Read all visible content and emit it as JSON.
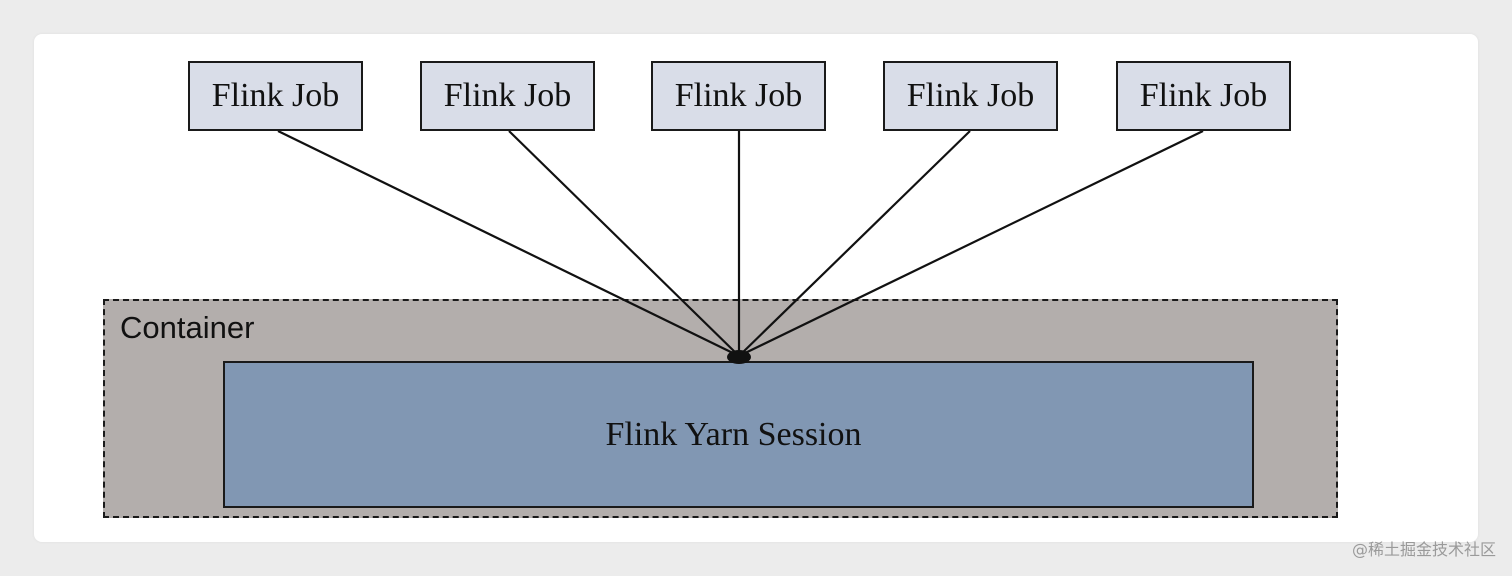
{
  "jobs": [
    {
      "label": "Flink Job"
    },
    {
      "label": "Flink Job"
    },
    {
      "label": "Flink Job"
    },
    {
      "label": "Flink Job"
    },
    {
      "label": "Flink Job"
    }
  ],
  "container": {
    "label": "Container"
  },
  "session": {
    "label": "Flink Yarn Session"
  },
  "watermark": {
    "text": "@稀土掘金技术社区"
  },
  "colors": {
    "job_fill": "#d9dde8",
    "container_fill": "#b3aeac",
    "session_fill": "#8197b3",
    "line": "#111111"
  }
}
